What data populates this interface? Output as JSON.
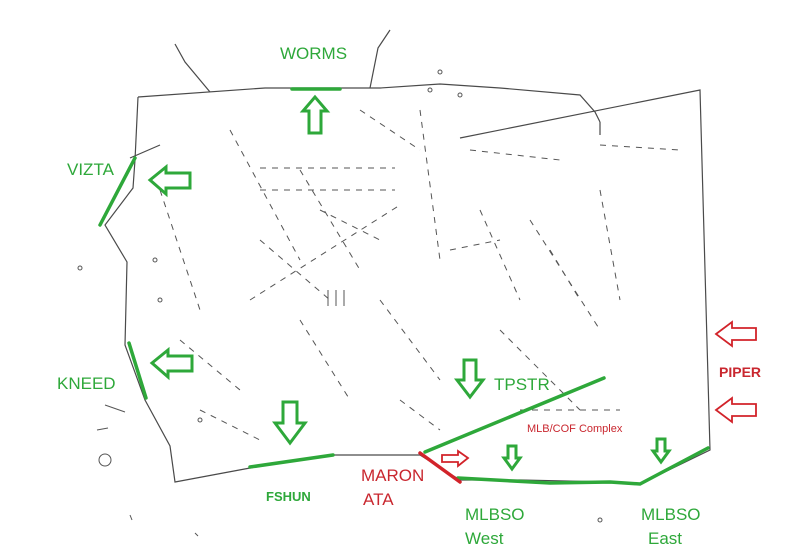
{
  "colors": {
    "boundary": "#4a4a4a",
    "route_green": "#2ea83a",
    "route_red": "#d2232a",
    "label_green": "#2ea83a",
    "label_red": "#c9272f"
  },
  "fixes": {
    "worms": "WORMS",
    "vizta": "VIZTA",
    "kneed": "KNEED",
    "fshun": "FSHUN",
    "maron": "MARON",
    "ata": "ATA",
    "tpstr": "TPSTR",
    "mlb_cof": "MLB/COF Complex",
    "mlbso_west_1": "MLBSO",
    "mlbso_west_2": "West",
    "mlbso_east_1": "MLBSO",
    "mlbso_east_2": "East",
    "piper": "PIPER"
  },
  "arrows": {
    "worms": {
      "direction": "up",
      "color": "green"
    },
    "vizta": {
      "direction": "left",
      "color": "green"
    },
    "kneed": {
      "direction": "left",
      "color": "green"
    },
    "fshun": {
      "direction": "down",
      "color": "green"
    },
    "tpstr": {
      "direction": "down",
      "color": "green"
    },
    "mlbso_west": {
      "direction": "down",
      "color": "green"
    },
    "mlbso_east": {
      "direction": "down",
      "color": "green"
    },
    "maron": {
      "direction": "right",
      "color": "red"
    },
    "piper_1": {
      "direction": "left",
      "color": "red"
    },
    "piper_2": {
      "direction": "left",
      "color": "red"
    }
  }
}
